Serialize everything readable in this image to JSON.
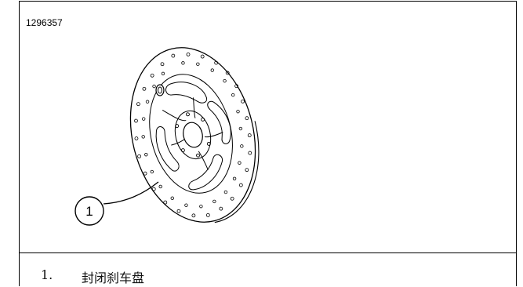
{
  "figure": {
    "id": "1296357"
  },
  "callout": {
    "number": "1"
  },
  "legend": {
    "items": [
      {
        "number": "1.",
        "label": "封闭刹车盘"
      }
    ]
  }
}
